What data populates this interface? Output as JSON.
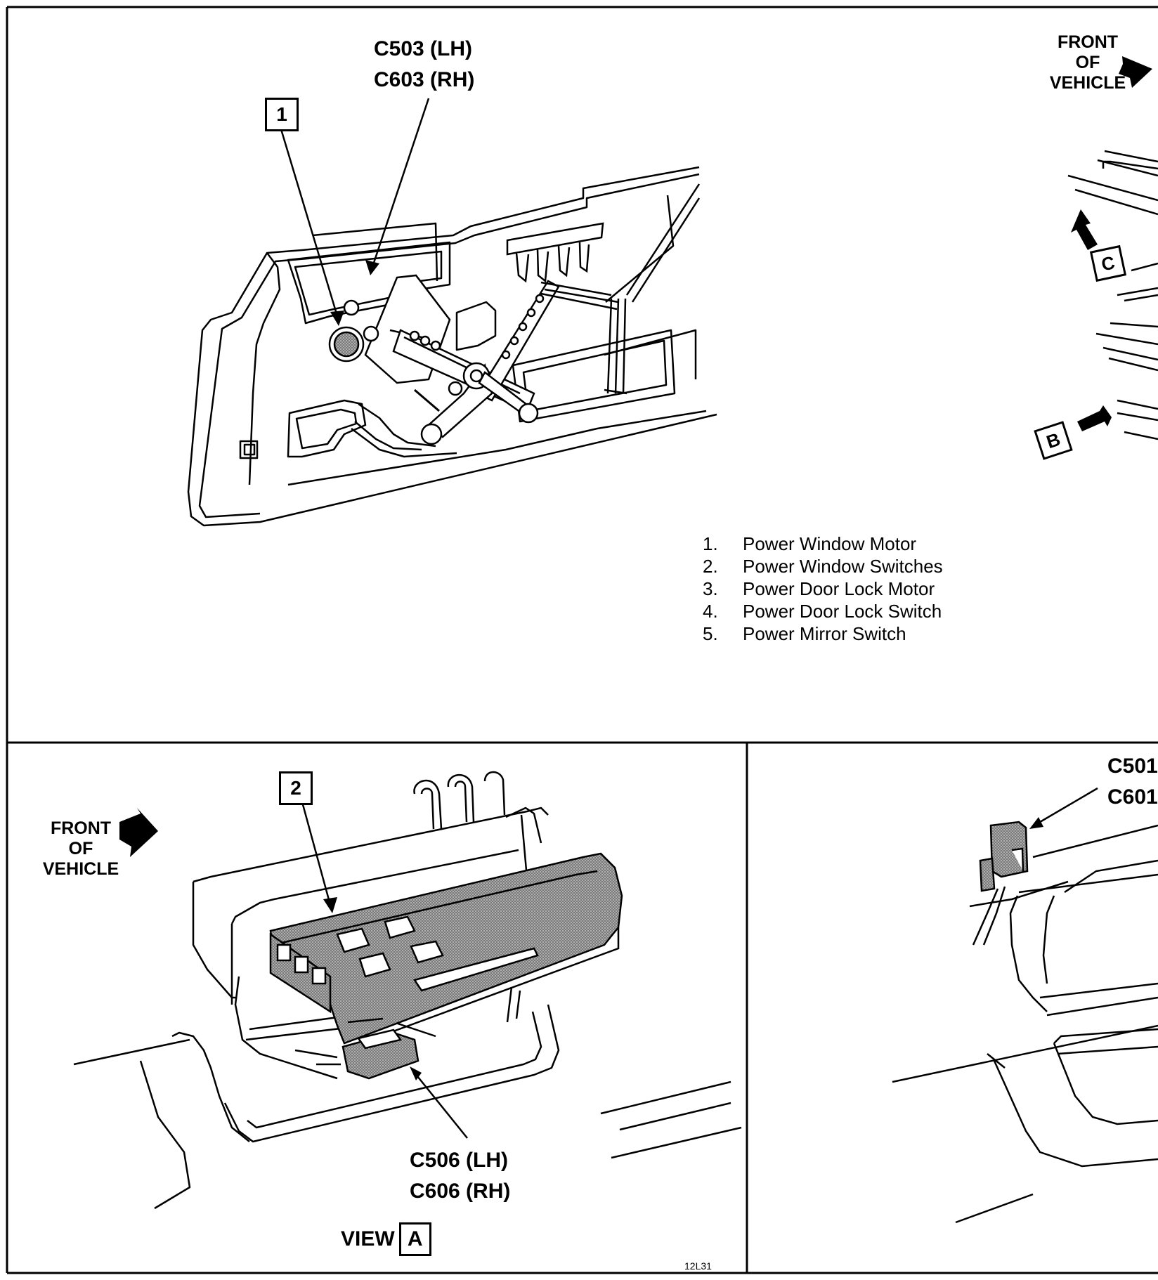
{
  "top_panel": {
    "connector_label": [
      "C503 (LH)",
      "C603 (RH)"
    ],
    "callout": "1",
    "front_of_vehicle": [
      "FRONT",
      "OF",
      "VEHICLE"
    ],
    "view_c_letter": "C",
    "view_b_letter": "B"
  },
  "legend": [
    {
      "num": "1.",
      "text": "Power Window Motor"
    },
    {
      "num": "2.",
      "text": "Power Window Switches"
    },
    {
      "num": "3.",
      "text": "Power Door Lock Motor"
    },
    {
      "num": "4.",
      "text": "Power Door Lock Switch"
    },
    {
      "num": "5.",
      "text": "Power Mirror Switch"
    }
  ],
  "bottom_left_panel": {
    "callout": "2",
    "front_of_vehicle": [
      "FRONT",
      "OF",
      "VEHICLE"
    ],
    "connector_label": [
      "C506 (LH)",
      "C606 (RH)"
    ],
    "view_label": "VIEW",
    "view_letter": "A",
    "figure_code": "12L31"
  },
  "bottom_right_panel": {
    "connector_label": [
      "C501",
      "C601"
    ]
  }
}
